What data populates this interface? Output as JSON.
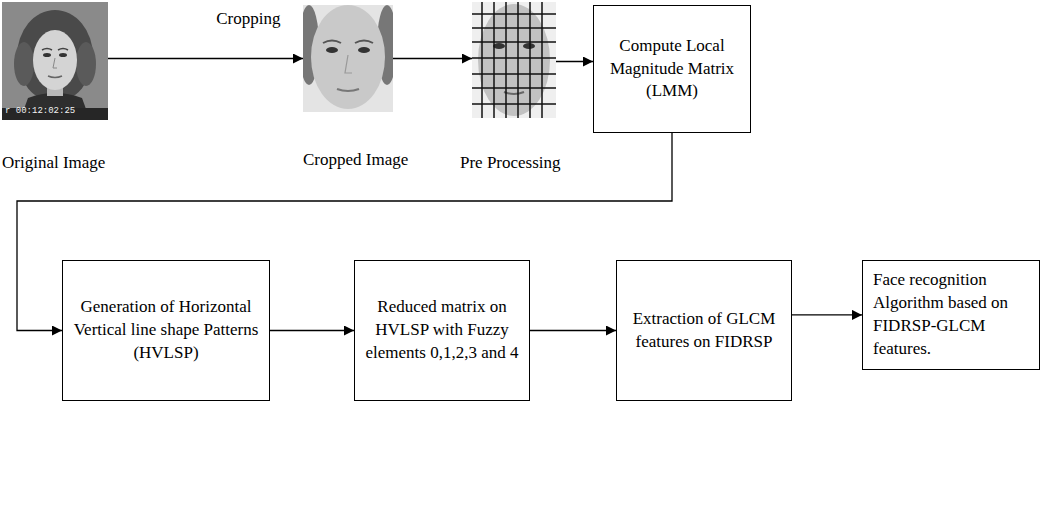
{
  "diagram": {
    "nodes": [
      {
        "text": [
          "Original Image"
        ]
      },
      {
        "text": [
          "Cropped Image"
        ]
      },
      {
        "text": [
          "Pre Processing"
        ]
      },
      {
        "text": [
          "Compute Local Magnitude Matrix (LMM)"
        ]
      },
      {
        "text": [
          "Generation of Horizontal Vertical line shape Patterns (HVLSP)"
        ]
      },
      {
        "text": [
          "Reduced matrix on HVLSP with Fuzzy elements 0,1,2,3 and 4"
        ]
      },
      {
        "text": [
          "Extraction of GLCM features on FIDRSP"
        ]
      },
      {
        "text": [
          "Face recognition Algorithm based on FIDRSP-GLCM features."
        ]
      }
    ],
    "edges": [
      {
        "from": 0,
        "to": 1,
        "arrow": "to",
        "label": "Cropping"
      },
      {
        "from": 1,
        "to": 2,
        "arrow": "to"
      },
      {
        "from": 2,
        "to": 3,
        "arrow": "to"
      },
      {
        "from": 3,
        "to": 4,
        "arrow": "to"
      },
      {
        "from": 4,
        "to": 5,
        "arrow": "to"
      },
      {
        "from": 5,
        "to": 6,
        "arrow": "to"
      },
      {
        "from": 6,
        "to": 7,
        "arrow": "to"
      }
    ],
    "labels": [
      "r 00:12:02:25"
    ]
  }
}
